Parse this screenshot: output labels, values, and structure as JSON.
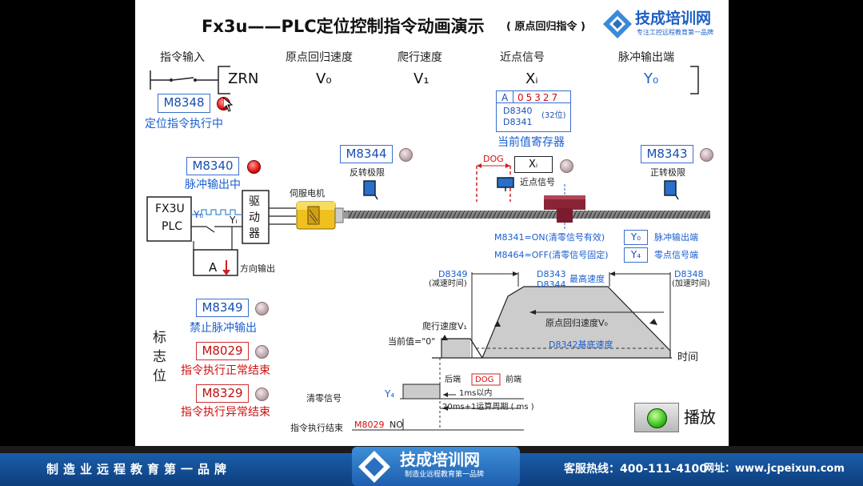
{
  "title": "Fx3u——PLC定位控制指令动画演示",
  "subtitle": "( 原点回归指令 )",
  "logo": {
    "name": "技成培训网",
    "slogan": "专注工控远程教育第一品牌"
  },
  "instruction": {
    "headers": [
      "指令输入",
      "原点回归速度",
      "爬行速度",
      "近点信号",
      "脉冲输出端"
    ],
    "mnemonic": "ZRN",
    "operands": [
      "V₀",
      "V₁",
      "Xᵢ",
      "Y₀"
    ]
  },
  "m8348": {
    "label": "M8348",
    "caption": "定位指令执行中"
  },
  "register": {
    "a": "A",
    "value": "05327",
    "d1": "D8340",
    "d2": "D8341",
    "bits": "(32位)",
    "caption": "当前值寄存器"
  },
  "m8340": {
    "label": "M8340",
    "caption": "脉冲输出中"
  },
  "m8344": {
    "label": "M8344",
    "caption": "反转极限"
  },
  "m8343": {
    "label": "M8343",
    "caption": "正转极限"
  },
  "dog": {
    "label": "DOG",
    "xi": "Xᵢ",
    "near": "近点信号"
  },
  "plc": {
    "line1": "FX3U",
    "line2": "PLC",
    "y0": "Y₀",
    "yi": "Yᵢ",
    "driver": "驱动器",
    "motor": "伺服电机",
    "a": "A",
    "dir": "方向输出"
  },
  "flags": [
    {
      "label": "M8341=ON(清零信号有效)",
      "pin": "Y₀",
      "desc": "脉冲输出端"
    },
    {
      "label": "M8464=OFF(清零信号固定)",
      "pin": "Y₄",
      "desc": "零点信号端"
    }
  ],
  "status": {
    "title": "标志位",
    "m8349": {
      "label": "M8349",
      "caption": "禁止脉冲输出"
    },
    "m8029": {
      "label": "M8029",
      "caption": "指令执行正常结束"
    },
    "m8329": {
      "label": "M8329",
      "caption": "指令执行异常结束"
    }
  },
  "timing": {
    "d8349": "D8349",
    "decel": "(减速时间)",
    "d8343": "D8343",
    "d8344": "D8344",
    "maxspeed": "最高速度",
    "d8348": "D8348",
    "accel": "(加速时间)",
    "creep": "爬行速度V₁",
    "current": "当前值=\"0\"",
    "zrn_speed": "原点回归速度V₀",
    "base": "D8342基底速度",
    "time": "时间",
    "rear": "后端",
    "dog": "DOG",
    "front": "前端",
    "clear": "清零信号",
    "y4": "Y₄",
    "within": "1ms以内",
    "period": "20ms+1运算周期 ( ms )",
    "end": "指令执行结束",
    "m8029": "M8029",
    "no": "NO"
  },
  "play": "播放",
  "footer": {
    "left": "制造业远程教育第一品牌",
    "logo": "技成培训网",
    "logo_sub": "制造业远程教育第一品牌",
    "hotline": "客服热线：400-111-4100",
    "site": "网址：www.jcpeixun.com"
  }
}
